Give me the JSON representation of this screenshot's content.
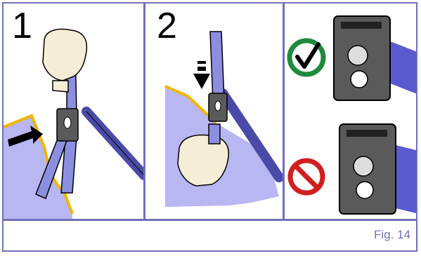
{
  "panels": {
    "step1": {
      "number": "1"
    },
    "step2": {
      "number": "2"
    },
    "correct": {
      "icon": "check-circle-icon"
    },
    "incorrect": {
      "icon": "prohibited-icon"
    }
  },
  "footer": {
    "figure_label": "Fig. 14"
  },
  "colors": {
    "frame": "#6f71b8",
    "strap": "#8c8fe0",
    "sling": "#b9b7f2",
    "edge": "#f2b400",
    "check": "#1f8a3c",
    "prohibit": "#d11f1f",
    "buckle": "#5a5a5a"
  }
}
